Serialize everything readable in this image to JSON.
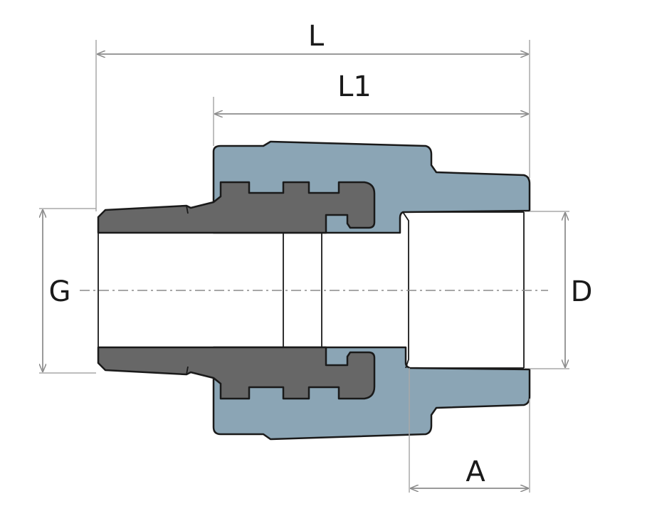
{
  "dimensions": {
    "L": "L",
    "L1": "L1",
    "G": "G",
    "D": "D",
    "A": "A"
  },
  "colors": {
    "body": "#8ba5b5",
    "insert": "#676767",
    "outline": "#1a1a1a",
    "dimension_lines": "#9a9a9a"
  }
}
